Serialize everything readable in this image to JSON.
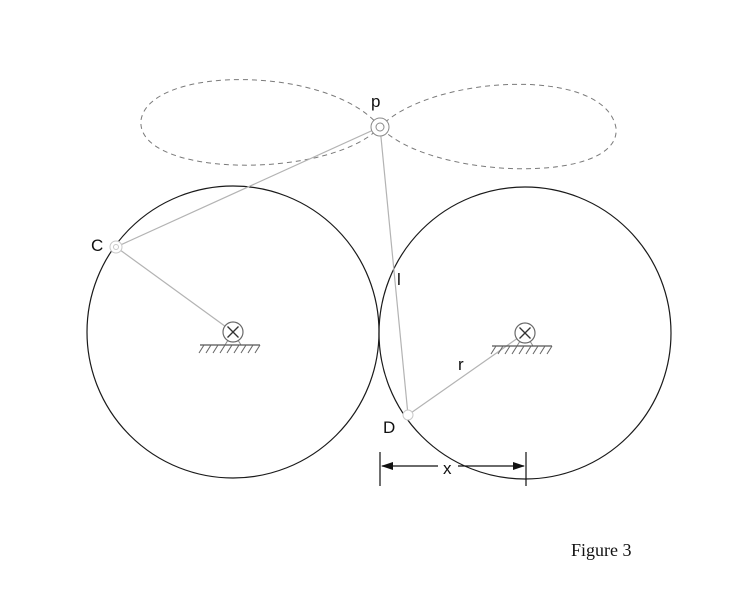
{
  "labels": {
    "point_p": "p",
    "point_c": "C",
    "point_d": "D",
    "link_length": "l",
    "crank_radius": "r",
    "center_distance": "x"
  },
  "caption": "Figure 3",
  "colors": {
    "circle_stroke": "#1a1a1a",
    "link_stroke": "#b3b3b3",
    "curve_stroke": "#7a7a7a",
    "dimension_stroke": "#111111",
    "background": "#ffffff"
  },
  "icons": {
    "left_pivot": "fixed-pivot-icon",
    "right_pivot": "fixed-pivot-icon"
  }
}
